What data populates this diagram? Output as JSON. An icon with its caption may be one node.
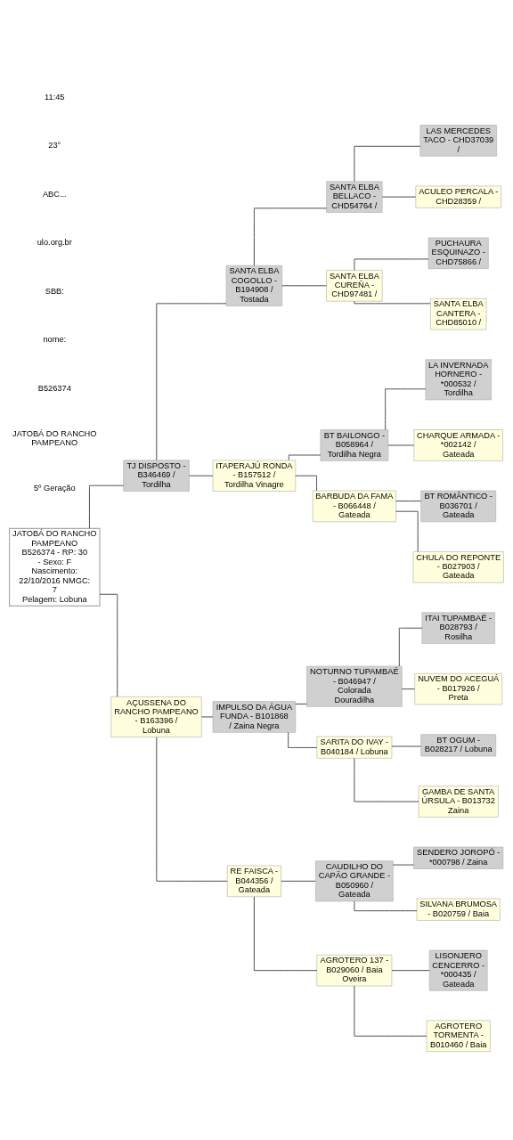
{
  "diagram": {
    "nodes": [
      {
        "text": [
          "LAS MERCEDES TACO - CHD37039 /"
        ]
      },
      {
        "text": [
          "SANTA ELBA BELLACO - CHD54764 /"
        ]
      },
      {
        "text": [
          "ACULEO PERCALA - CHD28359 /"
        ]
      },
      {
        "text": [
          "SANTA ELBA COGOLLO - B194908 / Tostada"
        ]
      },
      {
        "text": [
          "PUCHAURA ESQUINAZO - CHD75866 /"
        ]
      },
      {
        "text": [
          "SANTA ELBA CUREÑA - CHD97481 /"
        ]
      },
      {
        "text": [
          "SANTA ELBA CANTERA - CHD85010 /"
        ]
      },
      {
        "text": [
          "TJ DISPOSTO - B346469 / Tordilha"
        ]
      },
      {
        "text": [
          "LA INVERNADA HORNERO - *000532 / Tordilha"
        ]
      },
      {
        "text": [
          "BT BAILONGO - B058964 / Tordilha Negra"
        ]
      },
      {
        "text": [
          "CHARQUE ARMADA - *002142 / Gateada"
        ]
      },
      {
        "text": [
          "ITAPERAJÚ RONDA - B157512 / Tordilha Vinagre"
        ]
      },
      {
        "text": [
          "BT ROMÂNTICO - B036701 / Gateada"
        ]
      },
      {
        "text": [
          "BARBUDA DA FAMA - B066448 / Gateada"
        ]
      },
      {
        "text": [
          "CHULA DO REPONTE - B027903 / Gateada"
        ]
      },
      {
        "text": [
          "JATOBÁ DO RANCHO PAMPEANO",
          "B526374 - RP: 30 - Sexo: F",
          "Nascimento: 22/10/2016 NMGC: 7",
          "Pelagem: Lobuna"
        ]
      },
      {
        "text": [
          "ITAI TUPAMBAÉ - B028793 / Rosilha"
        ]
      },
      {
        "text": [
          "NOTURNO TUPAMBAÉ - B046947 / Colorada Douradilha"
        ]
      },
      {
        "text": [
          "NUVEM DO ACEGUÁ - B017926 / Preta"
        ]
      },
      {
        "text": [
          "IMPULSO DA ÁGUA FUNDA - B101868 / Zaina Negra"
        ]
      },
      {
        "text": [
          "BT OGUM - B028217 / Lobuna"
        ]
      },
      {
        "text": [
          "SARITA DO IVAY - B040184 / Lobuna"
        ]
      },
      {
        "text": [
          "GAMBA DE SANTA ÚRSULA - B013732 Zaina"
        ]
      },
      {
        "text": [
          "AÇUSSENA DO RANCHO PAMPEANO - B163396 / Lobuna"
        ]
      },
      {
        "text": [
          "SENDERO JOROPÓ - *000798 / Zaina"
        ]
      },
      {
        "text": [
          "CAUDILHO DO CAPÃO GRANDE - B050960 / Gateada"
        ]
      },
      {
        "text": [
          "SILVANA BRUMOSA - B020759 / Baia"
        ]
      },
      {
        "text": [
          "RE FAISCA - B044356 / Gateada"
        ]
      },
      {
        "text": [
          "LISONJERO CENCERRO - *000435 / Gateada"
        ]
      },
      {
        "text": [
          "AGROTERO 137 - B029060 / Baia Oveira"
        ]
      },
      {
        "text": [
          "AGROTERO TORMENTA - B010460 / Baia"
        ]
      }
    ],
    "edges": [
      {
        "from": 15,
        "to": 7,
        "arrow": "none"
      },
      {
        "from": 15,
        "to": 23,
        "arrow": "none"
      },
      {
        "from": 7,
        "to": 3,
        "arrow": "none"
      },
      {
        "from": 7,
        "to": 11,
        "arrow": "none"
      },
      {
        "from": 3,
        "to": 1,
        "arrow": "none"
      },
      {
        "from": 3,
        "to": 5,
        "arrow": "none"
      },
      {
        "from": 1,
        "to": 0,
        "arrow": "none"
      },
      {
        "from": 1,
        "to": 2,
        "arrow": "none"
      },
      {
        "from": 5,
        "to": 4,
        "arrow": "none"
      },
      {
        "from": 5,
        "to": 6,
        "arrow": "none"
      },
      {
        "from": 11,
        "to": 9,
        "arrow": "none"
      },
      {
        "from": 11,
        "to": 13,
        "arrow": "none"
      },
      {
        "from": 9,
        "to": 8,
        "arrow": "none"
      },
      {
        "from": 9,
        "to": 10,
        "arrow": "none"
      },
      {
        "from": 13,
        "to": 12,
        "arrow": "none"
      },
      {
        "from": 13,
        "to": 14,
        "arrow": "none"
      },
      {
        "from": 23,
        "to": 19,
        "arrow": "none"
      },
      {
        "from": 23,
        "to": 27,
        "arrow": "none"
      },
      {
        "from": 19,
        "to": 17,
        "arrow": "none"
      },
      {
        "from": 19,
        "to": 21,
        "arrow": "none"
      },
      {
        "from": 17,
        "to": 16,
        "arrow": "none"
      },
      {
        "from": 17,
        "to": 18,
        "arrow": "none"
      },
      {
        "from": 21,
        "to": 20,
        "arrow": "none"
      },
      {
        "from": 21,
        "to": 22,
        "arrow": "none"
      },
      {
        "from": 27,
        "to": 25,
        "arrow": "none"
      },
      {
        "from": 27,
        "to": 29,
        "arrow": "none"
      },
      {
        "from": 25,
        "to": 24,
        "arrow": "none"
      },
      {
        "from": 25,
        "to": 26,
        "arrow": "none"
      },
      {
        "from": 29,
        "to": 28,
        "arrow": "none"
      },
      {
        "from": 29,
        "to": 30,
        "arrow": "none"
      }
    ],
    "labels": [
      "11:45",
      "23°",
      "ABC...",
      "ulo.org.br",
      "SBB:",
      "nome:",
      "B526374",
      "JATOBÁ DO RANCHO PAMPEANO",
      "5º Geração"
    ]
  }
}
